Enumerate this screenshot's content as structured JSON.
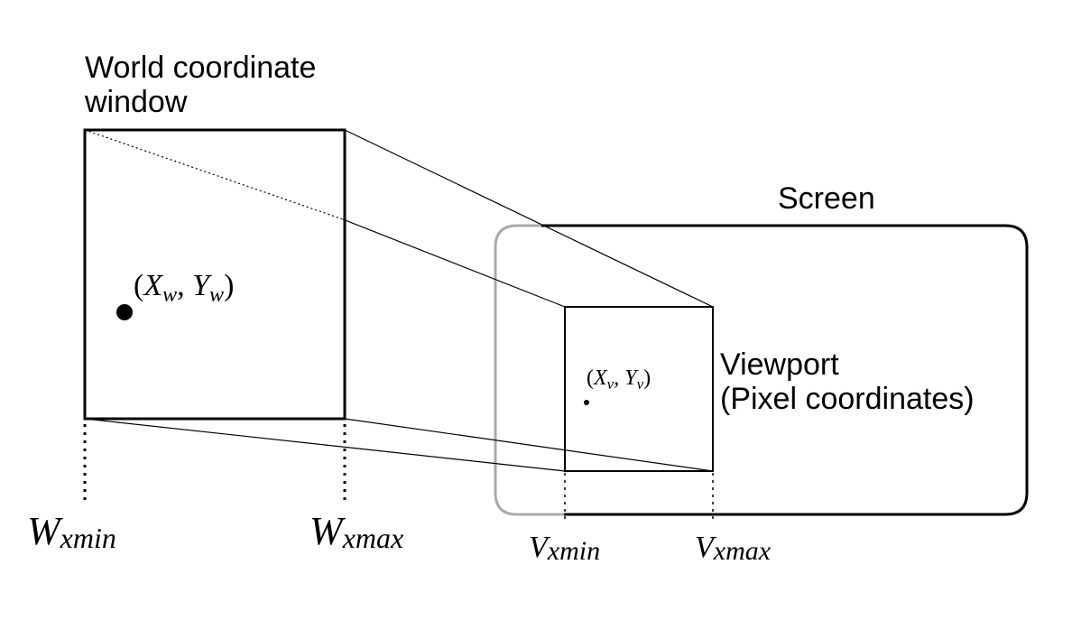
{
  "labels": {
    "world_title_line1": "World coordinate",
    "world_title_line2": "window",
    "screen": "Screen",
    "viewport_line1": "Viewport",
    "viewport_line2": "(Pixel coordinates)",
    "world_point": {
      "open": "(",
      "x": "X",
      "x_sub": "w",
      "sep": ", ",
      "y": "Y",
      "y_sub": "w",
      "close": ")"
    },
    "view_point": {
      "open": "(",
      "x": "X",
      "x_sub": "v",
      "sep": ", ",
      "y": "Y",
      "y_sub": "v",
      "close": ")"
    },
    "w_xmin": {
      "base": "W",
      "sub": "xmin"
    },
    "w_xmax": {
      "base": "W",
      "sub": "xmax"
    },
    "v_xmin": {
      "base": "V",
      "sub": "xmin"
    },
    "v_xmax": {
      "base": "V",
      "sub": "xmax"
    }
  },
  "colors": {
    "ink": "#000000",
    "screen_hidden_edge": "#aaaaaa",
    "background": "#ffffff"
  }
}
